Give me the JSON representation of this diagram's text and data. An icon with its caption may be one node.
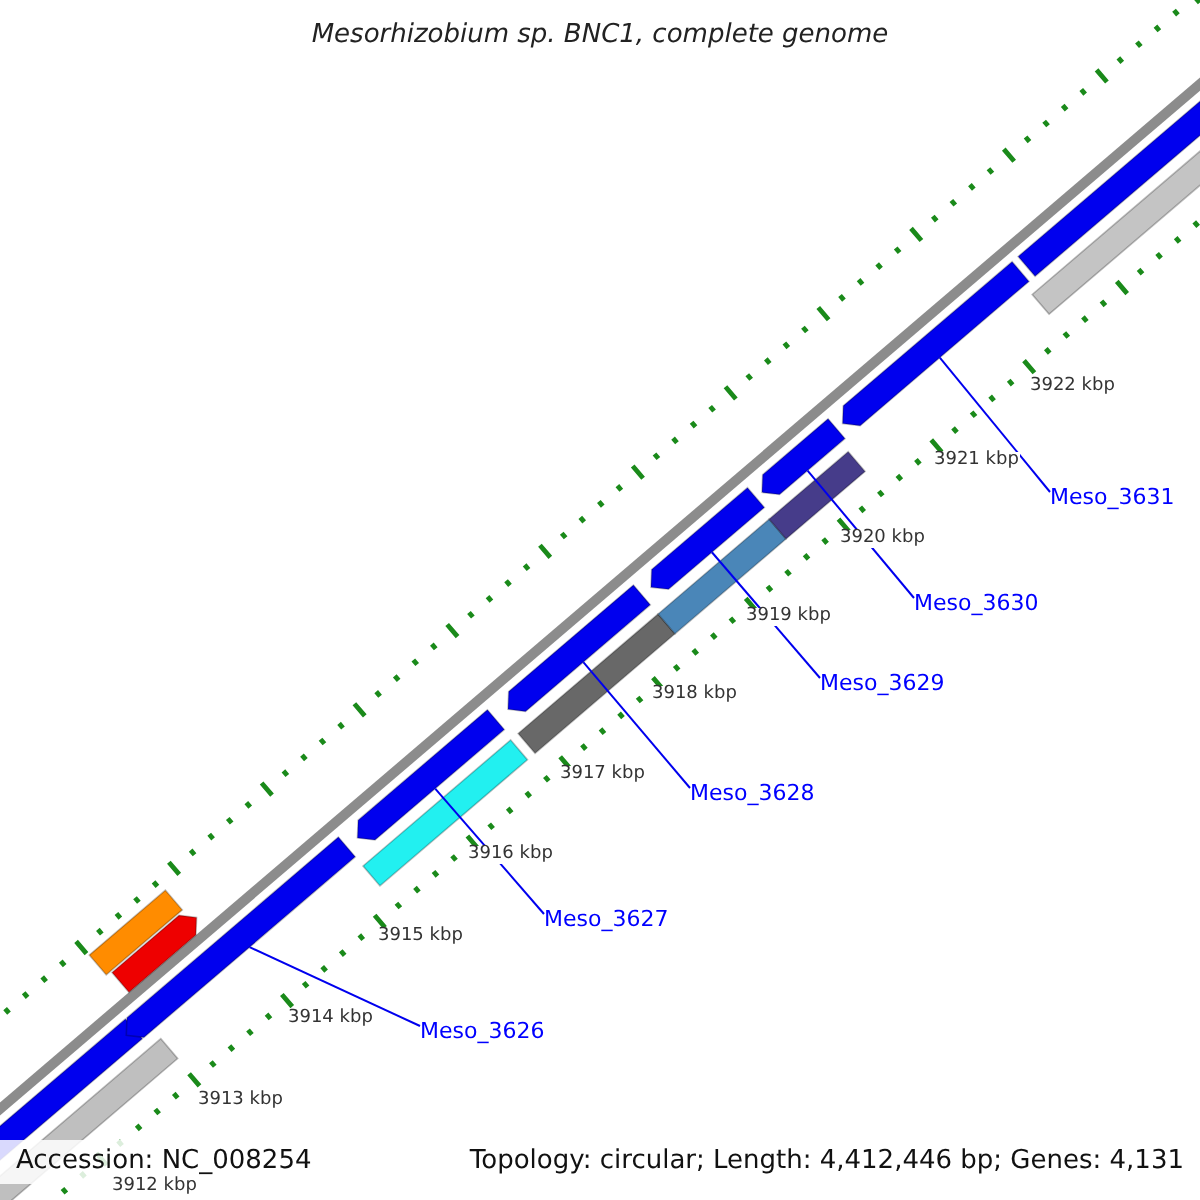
{
  "diagram": {
    "title": "Mesorhizobium sp. BNC1, complete genome",
    "nodes": [
      {
        "text": [
          "Meso_3626"
        ]
      },
      {
        "text": [
          "Meso_3627"
        ]
      },
      {
        "text": [
          "Meso_3628"
        ]
      },
      {
        "text": [
          "Meso_3629"
        ]
      },
      {
        "text": [
          "Meso_3630"
        ]
      },
      {
        "text": [
          "Meso_3631"
        ]
      },
      {
        "text": [],
        "shape": "bar"
      },
      {
        "text": [],
        "shape": "bar"
      },
      {
        "text": [],
        "shape": "bar"
      },
      {
        "text": [],
        "shape": "bar"
      },
      {
        "text": [],
        "shape": "bar"
      },
      {
        "text": [],
        "shape": "bar"
      }
    ],
    "edges": [
      {
        "from": 0,
        "to": 6,
        "arrow": "none"
      },
      {
        "from": 1,
        "to": 7,
        "arrow": "none"
      },
      {
        "from": 2,
        "to": 8,
        "arrow": "none"
      },
      {
        "from": 3,
        "to": 9,
        "arrow": "none"
      },
      {
        "from": 4,
        "to": 10,
        "arrow": "none"
      },
      {
        "from": 5,
        "to": 11,
        "arrow": "none"
      }
    ],
    "labels": [
      "3912 kbp",
      "3913 kbp",
      "3914 kbp",
      "3915 kbp",
      "3916 kbp",
      "3917 kbp",
      "3918 kbp",
      "3919 kbp",
      "3920 kbp",
      "3921 kbp",
      "3922 kbp",
      "Accession: NC_008254",
      "Topology: circular; Length: 4,412,446 bp; Genes: 4,131"
    ]
  }
}
